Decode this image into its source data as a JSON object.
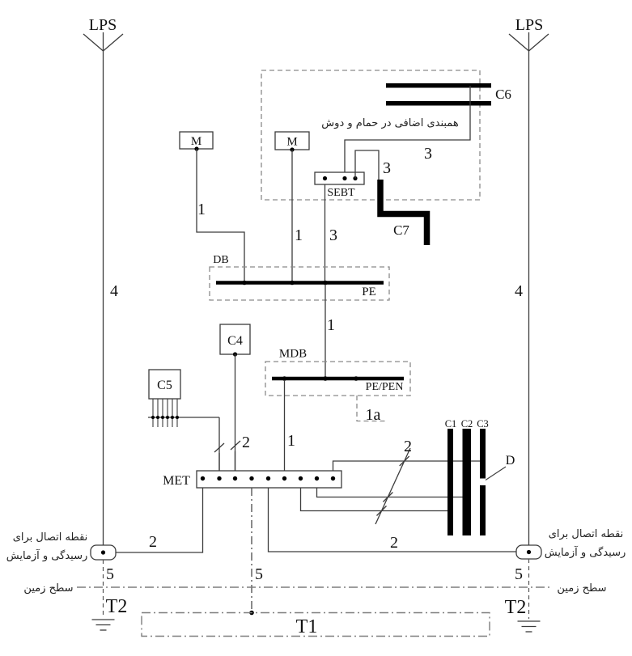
{
  "diagram": {
    "kind": "earthing-and-lightning-protection-schematic",
    "labels": {
      "lps": "LPS",
      "m": "M",
      "sebt": "SEBT",
      "db": "DB",
      "pe": "PE",
      "mdb": "MDB",
      "pe_pen": "PE/PEN",
      "zone_1a": "1a",
      "c1": "C1",
      "c2": "C2",
      "c3": "C3",
      "c4": "C4",
      "c5": "C5",
      "c6": "C6",
      "c7": "C7",
      "d": "D",
      "met": "MET",
      "t1": "T1",
      "t2": "T2"
    },
    "conductor_numbers": {
      "n1": "1",
      "n2": "2",
      "n3": "3",
      "n4": "4",
      "n5": "5"
    },
    "annotations_fa": {
      "bathroom_bonding": "همبندی اضافی در حمام و دوش",
      "test_point_line1": "نقطه اتصال برای",
      "test_point_line2": "رسیدگی و آزمایش",
      "ground_level": "سطح زمین"
    },
    "colors": {
      "background": "#ffffff",
      "line": "#3c3c3c",
      "bus": "#000000",
      "zone_dash": "#8a8a8a",
      "ground_dashdot": "#7d7d7d"
    }
  }
}
